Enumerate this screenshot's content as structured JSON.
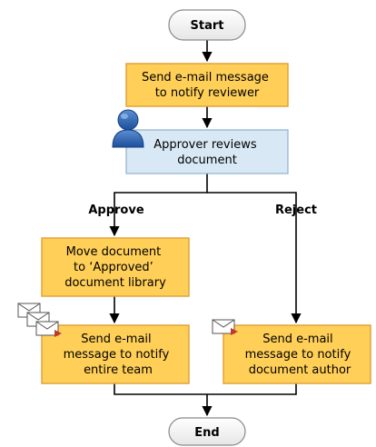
{
  "flow": {
    "start": "Start",
    "end": "End",
    "step1": [
      "Send e-mail message",
      "to notify reviewer"
    ],
    "step2": [
      "Approver reviews",
      "document"
    ],
    "branch_approve": "Approve",
    "branch_reject": "Reject",
    "approve_step1": [
      "Move document",
      "to ‘Approved’",
      "document library"
    ],
    "approve_step2": [
      "Send e-mail",
      "message to notify",
      "entire team"
    ],
    "reject_step1": [
      "Send e-mail",
      "message to notify",
      "document author"
    ]
  },
  "icons": {
    "reviewer": "person-icon",
    "team_mail": "stacked-email-icon",
    "author_mail": "email-icon"
  },
  "colors": {
    "action_fill": "#ffcf57",
    "action_border": "#e0a33c",
    "review_fill": "#d8e8f5",
    "review_border": "#8fb0cf",
    "terminal_fill": "#f2f2f2",
    "terminal_border": "#8a8a8a"
  }
}
